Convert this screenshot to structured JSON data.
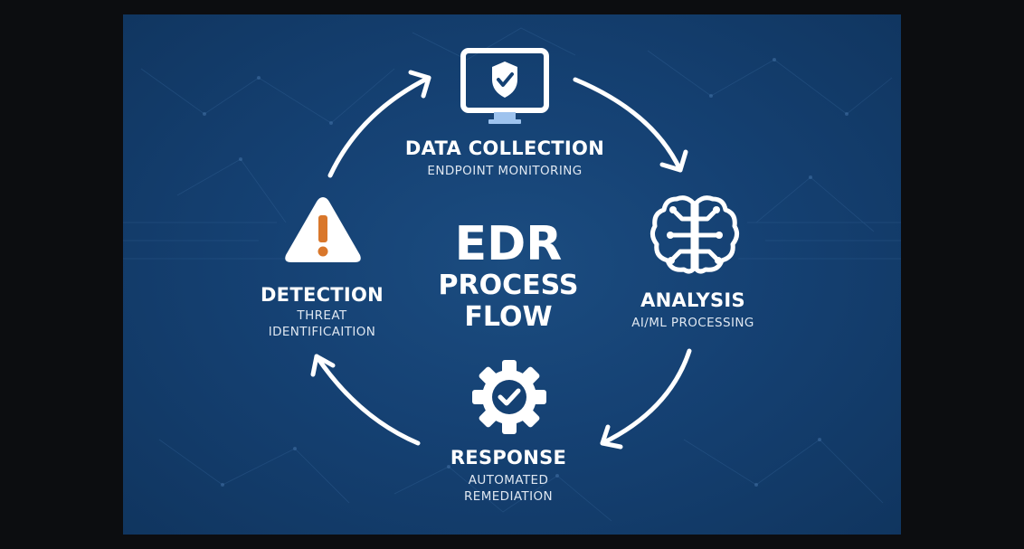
{
  "center": {
    "line1": "EDR",
    "line2": "PROCESS",
    "line3": "FLOW"
  },
  "stages": {
    "data_collection": {
      "title": "DATA COLLECTION",
      "subtitle": "ENDPOINT MONITORING",
      "icon": "monitor-shield-icon"
    },
    "analysis": {
      "title": "ANALYSIS",
      "subtitle": "AI/ML PROCESSING",
      "icon": "brain-circuit-icon"
    },
    "response": {
      "title": "RESPONSE",
      "subtitle_line1": "AUTOMATED",
      "subtitle_line2": "REMEDIATION",
      "icon": "gear-check-icon"
    },
    "detection": {
      "title": "DETECTION",
      "subtitle_line1": "THREAT",
      "subtitle_line2": "IDENTIFICAITION",
      "icon": "warning-triangle-icon"
    }
  },
  "colors": {
    "background": "#154173",
    "foreground": "#ffffff",
    "warning_accent": "#d9772b",
    "monitor_stand": "#9ec3ee"
  }
}
